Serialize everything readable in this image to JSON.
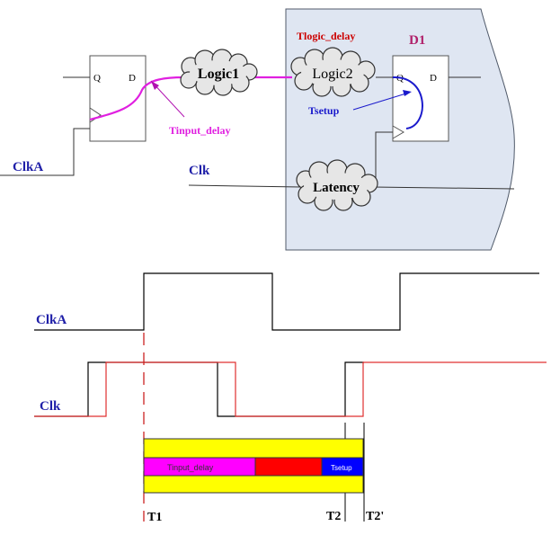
{
  "labels": {
    "clka_top": "ClkA",
    "clk_top": "Clk",
    "ff1_q": "Q",
    "ff1_d": "D",
    "ff2_q": "Q",
    "ff2_d": "D",
    "logic1": "Logic1",
    "logic2": "Logic2",
    "latency": "Latency",
    "tlogic_delay": "Tlogic_delay",
    "d1": "D1",
    "tsetup": "Tsetup",
    "tinput_delay": "Tinput_delay",
    "clka_wave": "ClkA",
    "clk_wave": "Clk",
    "bar_tinput": "Tinput_delay",
    "bar_tsetup": "Tsetup",
    "t1": "T1",
    "t2": "T2",
    "t2p": "T2'"
  },
  "colors": {
    "domain_fill": "#dfe6f2",
    "magenta": "#e020e0",
    "blue_path": "#1a1acc",
    "red_label": "#cc0000",
    "label_blue": "#1f1fa8",
    "purple_label": "#b0206a",
    "bar_yellow": "#ffff00",
    "bar_magenta": "#ff00ff",
    "bar_red": "#ff0000",
    "bar_blue": "#0000ff",
    "clk_red": "#e03030"
  }
}
